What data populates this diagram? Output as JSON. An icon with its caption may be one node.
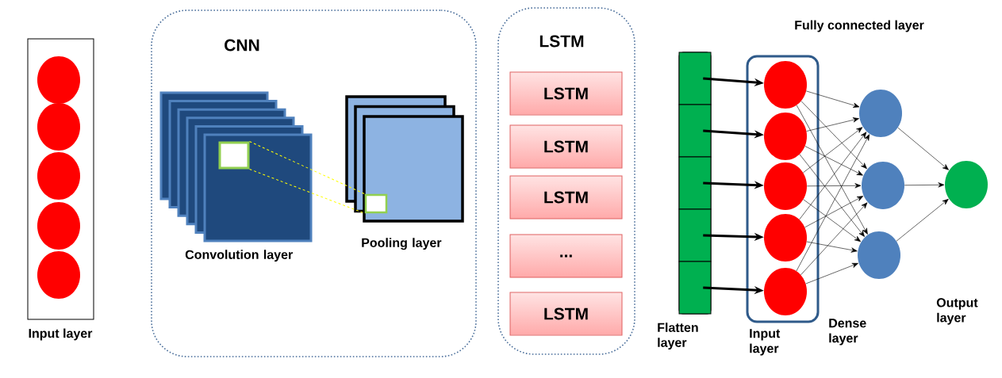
{
  "diagram": {
    "nodes": [
      {
        "text": [
          "Input layer"
        ]
      },
      {
        "text": [],
        "shape": "circle",
        "in": 0
      },
      {
        "text": [],
        "shape": "circle",
        "in": 0
      },
      {
        "text": [],
        "shape": "circle",
        "in": 0
      },
      {
        "text": [],
        "shape": "circle",
        "in": 0
      },
      {
        "text": [],
        "shape": "circle",
        "in": 0
      },
      {
        "text": [
          "CNN"
        ]
      },
      {
        "text": [
          "Convolution layer"
        ],
        "in": 6
      },
      {
        "text": [
          "Pooling layer"
        ],
        "in": 6
      },
      {
        "text": [],
        "shape": "box",
        "in": 7
      },
      {
        "text": [],
        "shape": "box",
        "in": 8
      },
      {
        "text": [
          "LSTM"
        ]
      },
      {
        "text": [
          "LSTM"
        ],
        "in": 11
      },
      {
        "text": [
          "LSTM"
        ],
        "in": 11
      },
      {
        "text": [
          "LSTM"
        ],
        "in": 11
      },
      {
        "text": [
          "..."
        ],
        "in": 11
      },
      {
        "text": [
          "LSTM"
        ],
        "in": 11
      },
      {
        "text": [
          "Flatten layer"
        ]
      },
      {
        "text": [],
        "shape": "box",
        "in": 17
      },
      {
        "text": [],
        "shape": "box",
        "in": 17
      },
      {
        "text": [],
        "shape": "box",
        "in": 17
      },
      {
        "text": [],
        "shape": "box",
        "in": 17
      },
      {
        "text": [],
        "shape": "box",
        "in": 17
      },
      {
        "text": [
          "Input layer"
        ]
      },
      {
        "text": [],
        "shape": "circle",
        "in": 23
      },
      {
        "text": [],
        "shape": "circle",
        "in": 23
      },
      {
        "text": [],
        "shape": "circle",
        "in": 23
      },
      {
        "text": [],
        "shape": "circle",
        "in": 23
      },
      {
        "text": [],
        "shape": "circle",
        "in": 23
      },
      {
        "text": [],
        "shape": "circle"
      },
      {
        "text": [],
        "shape": "circle"
      },
      {
        "text": [],
        "shape": "circle"
      },
      {
        "text": [],
        "shape": "circle"
      }
    ],
    "edges": [
      {
        "from": 9,
        "to": 10,
        "arrow": "none",
        "style": "dashed",
        "color": "#ffff00"
      },
      {
        "from": 9,
        "to": 10,
        "arrow": "none",
        "style": "dashed",
        "color": "#ffff00"
      },
      {
        "from": 18,
        "to": 24,
        "arrow": "to",
        "style": "thick"
      },
      {
        "from": 19,
        "to": 25,
        "arrow": "to",
        "style": "thick"
      },
      {
        "from": 20,
        "to": 26,
        "arrow": "to",
        "style": "thick"
      },
      {
        "from": 21,
        "to": 27,
        "arrow": "to",
        "style": "thick"
      },
      {
        "from": 22,
        "to": 28,
        "arrow": "to",
        "style": "thick"
      },
      {
        "from": 24,
        "to": 29,
        "arrow": "to"
      },
      {
        "from": 24,
        "to": 30,
        "arrow": "to"
      },
      {
        "from": 24,
        "to": 31,
        "arrow": "to"
      },
      {
        "from": 25,
        "to": 29,
        "arrow": "to"
      },
      {
        "from": 25,
        "to": 30,
        "arrow": "to"
      },
      {
        "from": 25,
        "to": 31,
        "arrow": "to"
      },
      {
        "from": 26,
        "to": 29,
        "arrow": "to"
      },
      {
        "from": 26,
        "to": 30,
        "arrow": "to"
      },
      {
        "from": 26,
        "to": 31,
        "arrow": "to"
      },
      {
        "from": 27,
        "to": 29,
        "arrow": "to"
      },
      {
        "from": 27,
        "to": 30,
        "arrow": "to"
      },
      {
        "from": 27,
        "to": 31,
        "arrow": "to"
      },
      {
        "from": 28,
        "to": 29,
        "arrow": "to"
      },
      {
        "from": 28,
        "to": 30,
        "arrow": "to"
      },
      {
        "from": 28,
        "to": 31,
        "arrow": "to"
      },
      {
        "from": 29,
        "to": 32,
        "arrow": "to"
      },
      {
        "from": 30,
        "to": 32,
        "arrow": "to"
      },
      {
        "from": 31,
        "to": 32,
        "arrow": "to"
      }
    ],
    "labels": [
      "Fully connected layer",
      "Dense layer",
      "Output layer"
    ]
  }
}
